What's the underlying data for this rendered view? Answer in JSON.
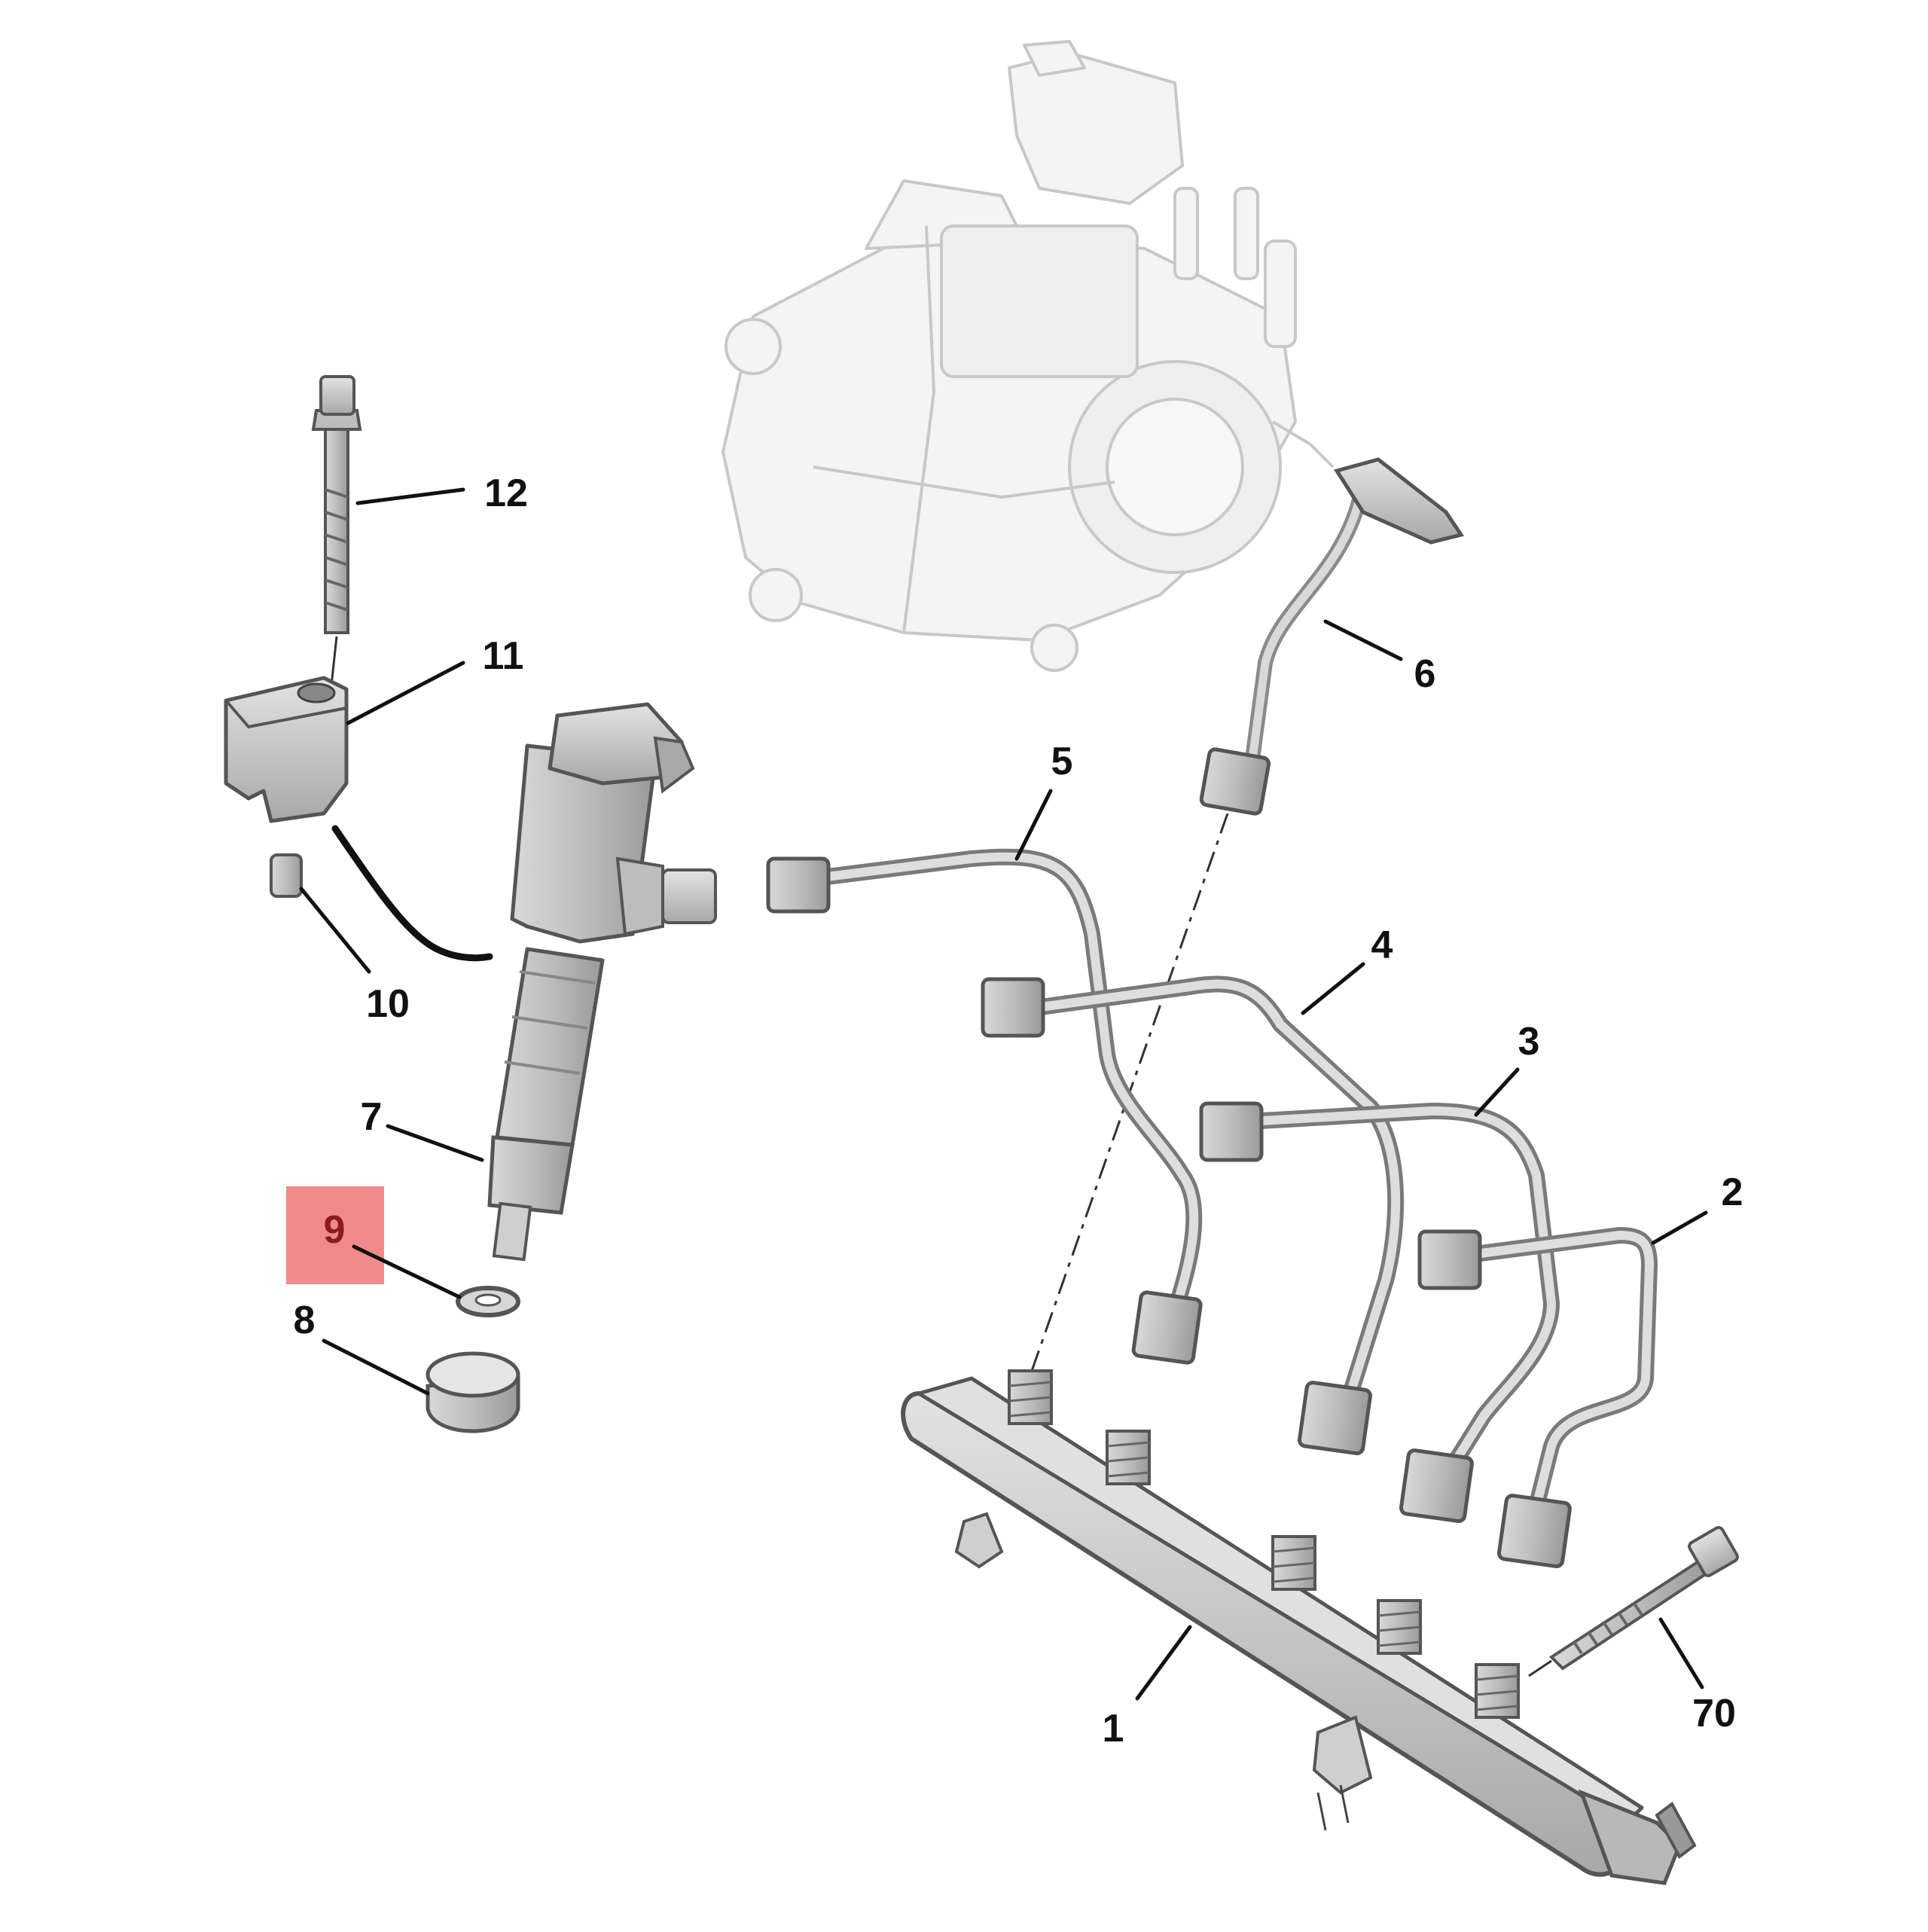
{
  "diagram": {
    "highlight_color": "#f08a8a",
    "highlight_text_color": "#8b1a1a",
    "callouts": [
      {
        "id": "1",
        "label": "1",
        "highlighted": false
      },
      {
        "id": "2",
        "label": "2",
        "highlighted": false
      },
      {
        "id": "3",
        "label": "3",
        "highlighted": false
      },
      {
        "id": "4",
        "label": "4",
        "highlighted": false
      },
      {
        "id": "5",
        "label": "5",
        "highlighted": false
      },
      {
        "id": "6",
        "label": "6",
        "highlighted": false
      },
      {
        "id": "7",
        "label": "7",
        "highlighted": false
      },
      {
        "id": "8",
        "label": "8",
        "highlighted": false
      },
      {
        "id": "9",
        "label": "9",
        "highlighted": true
      },
      {
        "id": "10",
        "label": "10",
        "highlighted": false
      },
      {
        "id": "11",
        "label": "11",
        "highlighted": false
      },
      {
        "id": "12",
        "label": "12",
        "highlighted": false
      },
      {
        "id": "70",
        "label": "70",
        "highlighted": false
      }
    ]
  }
}
